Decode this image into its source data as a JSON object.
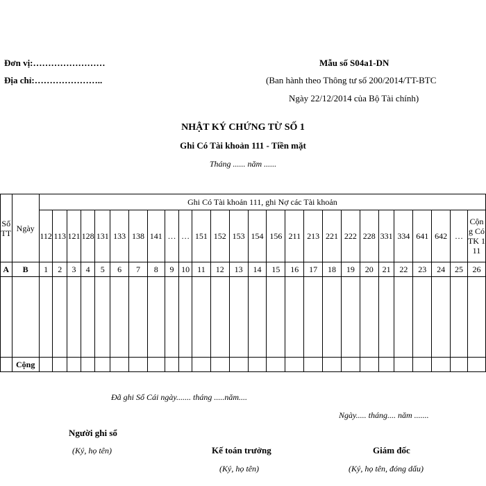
{
  "header": {
    "don_vi": "Đơn vị:……………………",
    "dia_chi": "Địa chỉ:…………………..",
    "mau_so": "Mẫu số S04a1-DN",
    "ban_hanh": "(Ban hành theo Thông tư số 200/2014/TT-BTC",
    "ngay_ban_hanh": "Ngày 22/12/2014 của Bộ Tài chính)"
  },
  "title": "NHẬT KÝ CHỨNG TỪ SỐ 1",
  "subtitle": "Ghi Có Tài khoản 111 - Tiền mặt",
  "period": "Tháng ...... năm ......",
  "table": {
    "col_so_tt": "Số TT",
    "col_ngay": "Ngày",
    "group_header": "Ghi Có Tài khoản 111, ghi Nợ các Tài khoản",
    "accounts": [
      "112",
      "113",
      "121",
      "128",
      "131",
      "133",
      "138",
      "141",
      "…",
      "…",
      "151",
      "152",
      "153",
      "154",
      "156",
      "211",
      "213",
      "221",
      "222",
      "228",
      "331",
      "334",
      "641",
      "642",
      "…"
    ],
    "col_total": "Cộng Có TK 111",
    "index_row": [
      "A",
      "B",
      "1",
      "2",
      "3",
      "4",
      "5",
      "6",
      "7",
      "8",
      "9",
      "10",
      "11",
      "12",
      "13",
      "14",
      "15",
      "16",
      "17",
      "18",
      "19",
      "20",
      "21",
      "22",
      "23",
      "24",
      "25",
      "26"
    ],
    "total_label": "Cộng"
  },
  "footer": {
    "note": "Đã ghi Sổ Cái ngày....... tháng .....năm....",
    "date": "Ngày.....  tháng.... năm .......",
    "signers": [
      {
        "title": "Người ghi sổ",
        "note": "(Ký, họ tên)"
      },
      {
        "title": "Kế toán trưởng",
        "note": "(Ký, họ tên)"
      },
      {
        "title": "Giám đốc",
        "note": "(Ký, họ tên, đóng dấu)"
      }
    ]
  }
}
